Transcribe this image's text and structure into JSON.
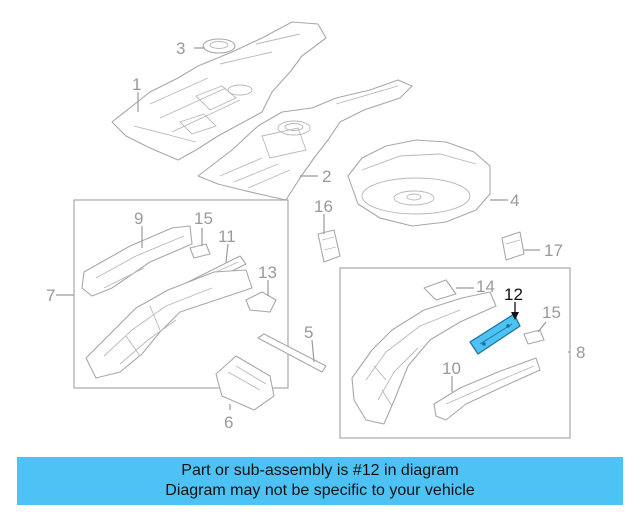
{
  "callouts": {
    "c1": "1",
    "c2": "2",
    "c3": "3",
    "c4": "4",
    "c5": "5",
    "c6": "6",
    "c7": "7",
    "c8": "8",
    "c9": "9",
    "c10": "10",
    "c11": "11",
    "c12": "12",
    "c13": "13",
    "c14a": "14",
    "c15a": "15",
    "c15b": "15",
    "c16": "16",
    "c17": "17"
  },
  "highlight": {
    "part": "12",
    "color": "#4dc3f5"
  },
  "banner": {
    "line1": "Part or sub-assembly is #12 in diagram",
    "line2": "Diagram may not be specific to your vehicle",
    "background": "#4dc3f5"
  }
}
